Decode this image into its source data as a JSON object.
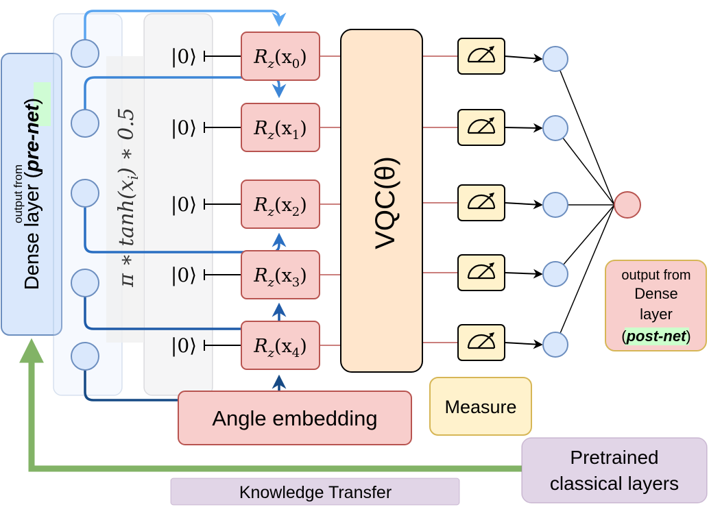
{
  "left_panel": {
    "caption_small": "output from",
    "caption_main": "Dense layer (",
    "caption_highlight": "pre-net",
    "caption_close": ")"
  },
  "activation_formula": "π ∗ tanh(x",
  "activation_subscript": "i",
  "activation_tail": ") ∗ 0.5",
  "qubits": [
    {
      "ket": "|0⟩",
      "gate": "R",
      "gate_sub": "z",
      "arg": "(x",
      "arg_sub": "0",
      "arg_close": ")"
    },
    {
      "ket": "|0⟩",
      "gate": "R",
      "gate_sub": "z",
      "arg": "(x",
      "arg_sub": "1",
      "arg_close": ")"
    },
    {
      "ket": "|0⟩",
      "gate": "R",
      "gate_sub": "z",
      "arg": "(x",
      "arg_sub": "2",
      "arg_close": ")"
    },
    {
      "ket": "|0⟩",
      "gate": "R",
      "gate_sub": "z",
      "arg": "(x",
      "arg_sub": "3",
      "arg_close": ")"
    },
    {
      "ket": "|0⟩",
      "gate": "R",
      "gate_sub": "z",
      "arg": "(x",
      "arg_sub": "4",
      "arg_close": ")"
    }
  ],
  "vqc_label": "VQC(θ)",
  "angle_embedding": "Angle embedding",
  "measure": "Measure",
  "post_net": {
    "line1": "output from",
    "line2": "Dense",
    "line3": "layer",
    "line4_open": "(",
    "line4_highlight": "post-net",
    "line4_close": ")"
  },
  "pretrained": {
    "line1": "Pretrained",
    "line2": "classical layers"
  },
  "knowledge_transfer": "Knowledge Transfer",
  "colors": {
    "gate_fill": "#f8cecc",
    "gate_stroke": "#b85450",
    "vqc_fill": "#ffe6cc",
    "measure_fill": "#fff2cc",
    "measure_stroke": "#d6b656",
    "node_fill": "#dae8fc",
    "node_stroke": "#6c8ebf",
    "purple_fill": "#e1d5e7",
    "green_arrow": "#82b366",
    "highlight": "#ccffcc"
  }
}
